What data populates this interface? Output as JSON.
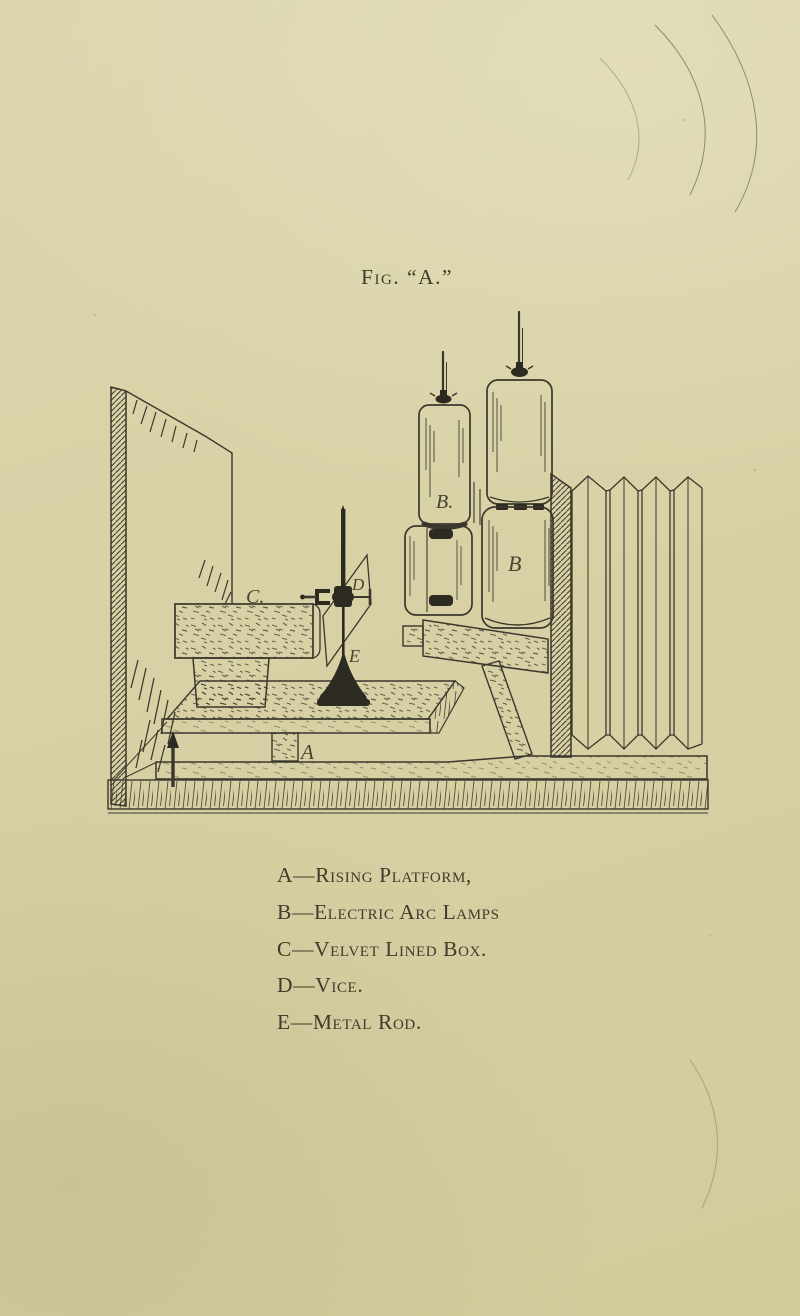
{
  "page": {
    "background_color": "#d8d1a5",
    "ink_color": "#3b372c",
    "fill_ink_color": "#2d2a22",
    "label_ink_color": "#49442f",
    "text_color": "#403b2b"
  },
  "figure": {
    "title": "Fig. “A.”"
  },
  "diagram": {
    "labels": {
      "platform": "A",
      "lamp_upper": "B.",
      "lamp_lower": "B",
      "box": "C.",
      "vice": "D",
      "rod": "E"
    }
  },
  "legend": {
    "items": [
      "A—Rising Platform,",
      "B—Electric Arc Lamps",
      "C—Velvet Lined Box.",
      "D—Vice.",
      "E—Metal Rod."
    ]
  }
}
